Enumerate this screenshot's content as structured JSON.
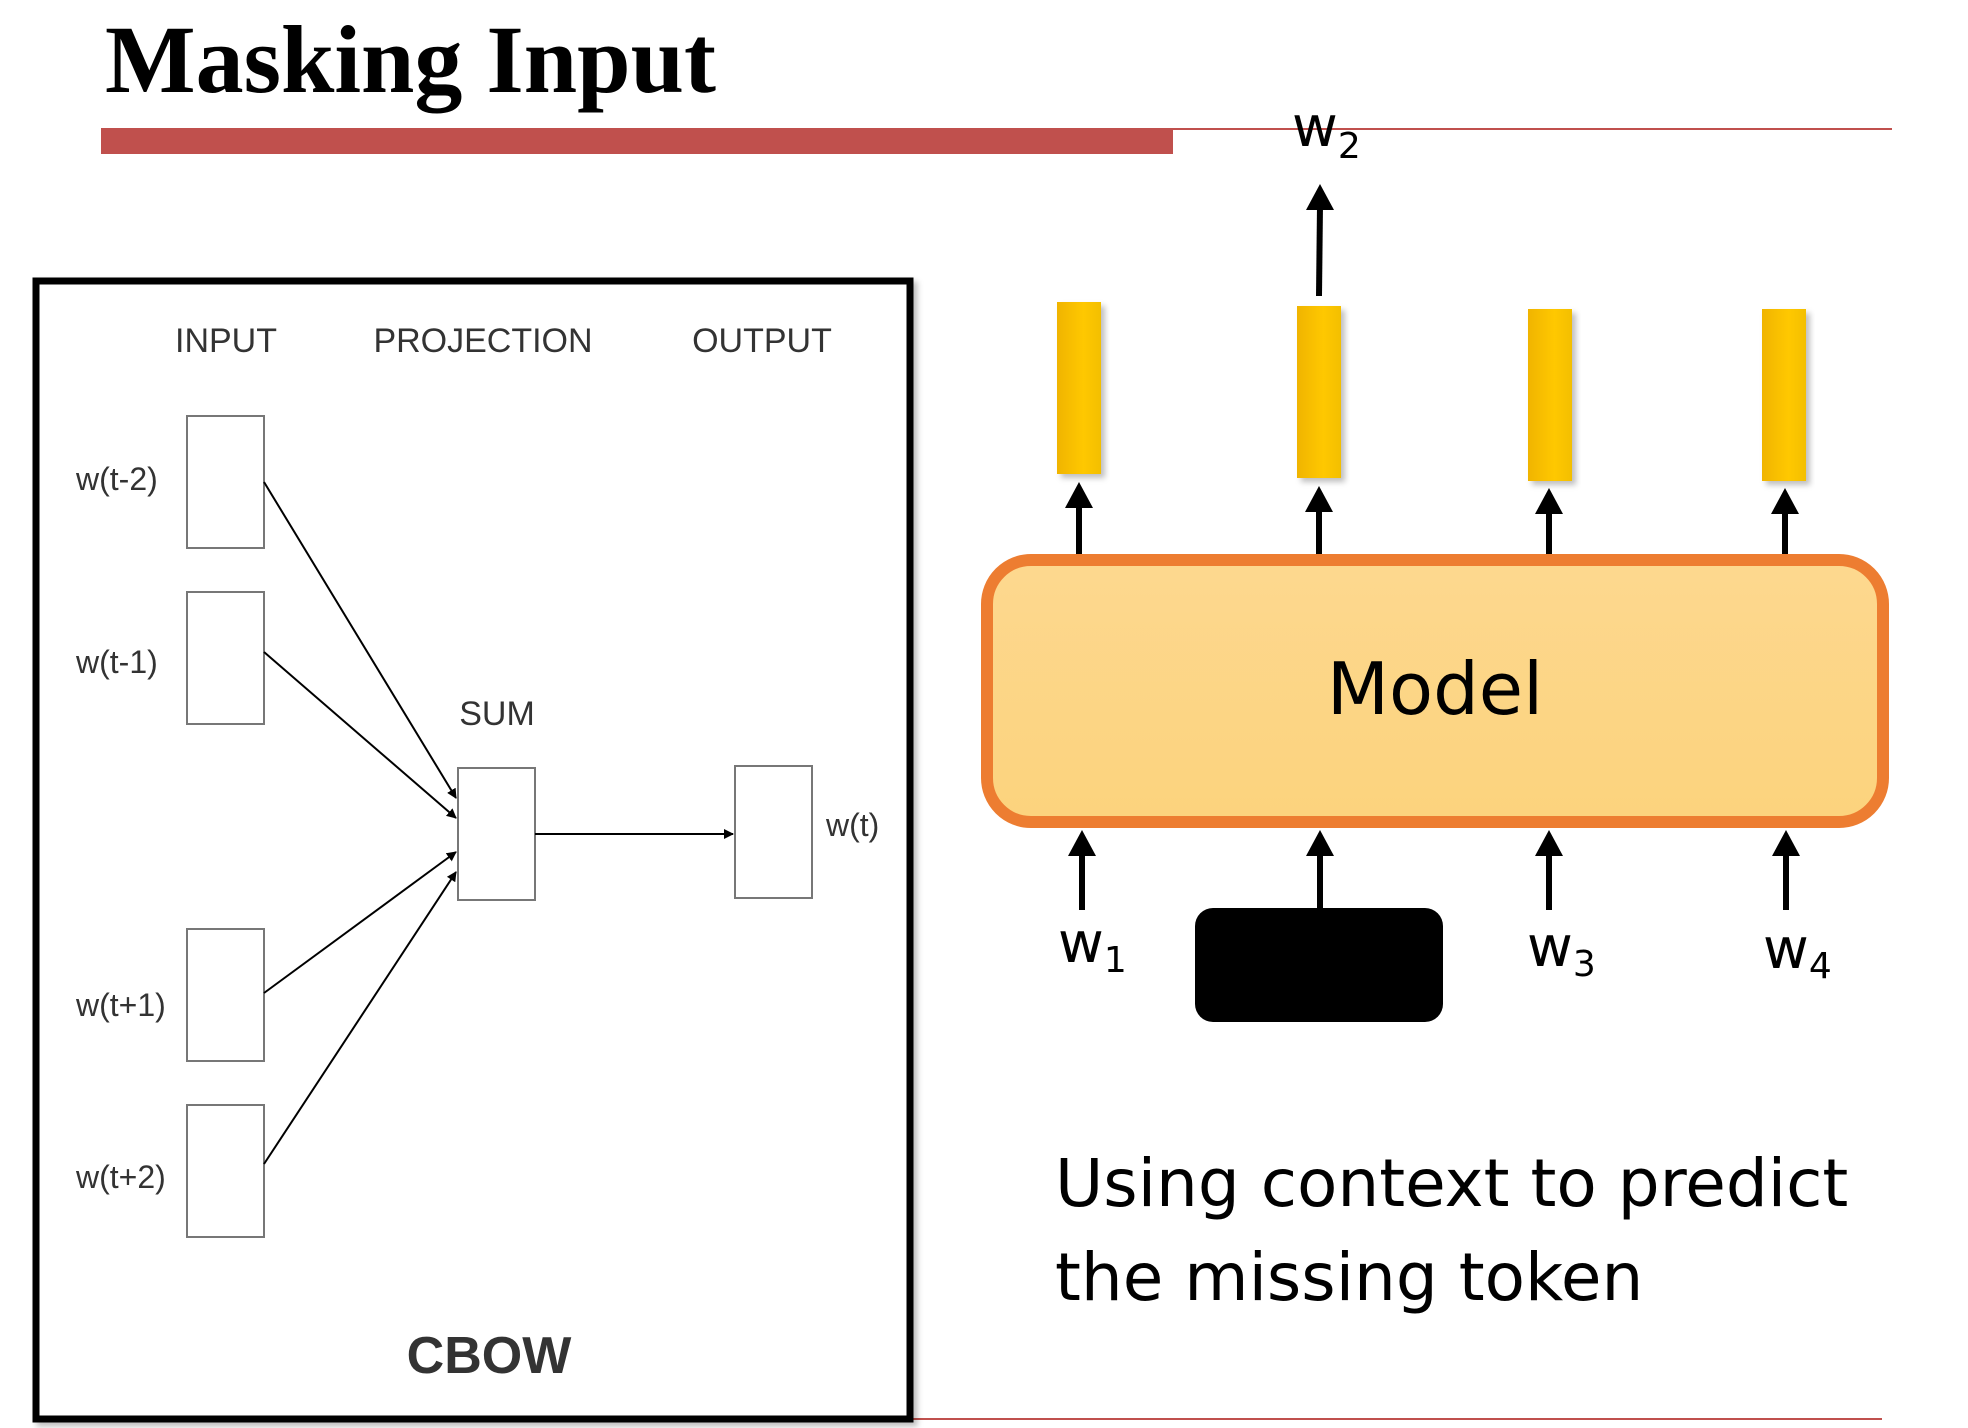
{
  "slide": {
    "title": "Masking Input",
    "colors": {
      "title_bar": "#c0504d",
      "rule": "#c0504d",
      "model_fill": "#fdd78a",
      "model_border": "#ed7d31",
      "vector": "#f5bd00",
      "mask": "#000000"
    }
  },
  "cbow": {
    "headers": {
      "input": "INPUT",
      "projection": "PROJECTION",
      "output": "OUTPUT"
    },
    "inputs": [
      "w(t-2)",
      "w(t-1)",
      "w(t+1)",
      "w(t+2)"
    ],
    "sum_label": "SUM",
    "output_label": "w(t)",
    "caption": "CBOW"
  },
  "model": {
    "label": "Model",
    "inputs": [
      {
        "base": "w",
        "sub": "1"
      },
      {
        "base": "w",
        "sub": "3"
      },
      {
        "base": "w",
        "sub": "4"
      }
    ],
    "predicted": {
      "base": "w",
      "sub": "2"
    },
    "caption_lines": [
      "Using context to predict",
      "the missing token"
    ]
  }
}
